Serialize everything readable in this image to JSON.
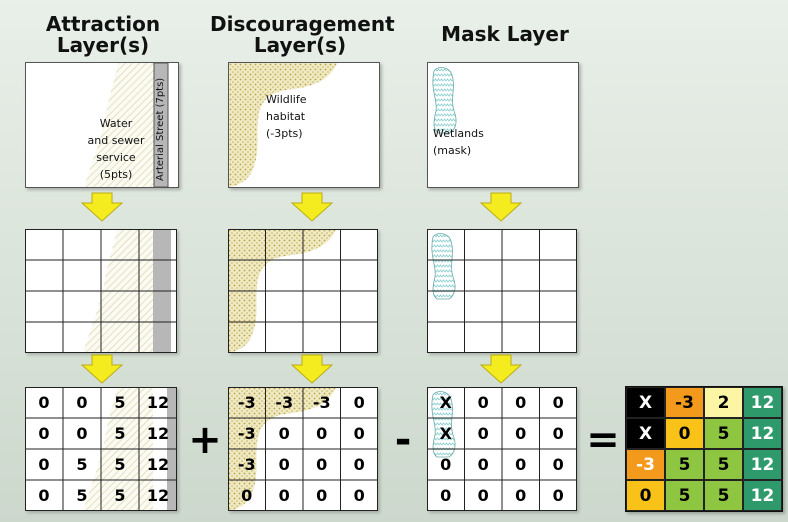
{
  "titles": {
    "attraction": "Attraction\nLayer(s)",
    "discouragement": "Discouragement\nLayer(s)",
    "mask": "Mask Layer"
  },
  "labels": {
    "water": "Water\nand sewer\nservice\n(5pts)",
    "street": "Arterial Street (7pts)",
    "wildlife": "Wildlife\nhabitat\n(-3pts)",
    "wetlands": "Wetlands\n(mask)"
  },
  "operators": {
    "plus": "+",
    "minus": "-",
    "equals": "="
  },
  "grids": {
    "attraction": [
      [
        "0",
        "0",
        "5",
        "12"
      ],
      [
        "0",
        "0",
        "5",
        "12"
      ],
      [
        "0",
        "5",
        "5",
        "12"
      ],
      [
        "0",
        "5",
        "5",
        "12"
      ]
    ],
    "discouragement": [
      [
        "-3",
        "-3",
        "-3",
        "0"
      ],
      [
        "-3",
        "0",
        "0",
        "0"
      ],
      [
        "-3",
        "0",
        "0",
        "0"
      ],
      [
        "0",
        "0",
        "0",
        "0"
      ]
    ],
    "mask": [
      [
        "X",
        "0",
        "0",
        "0"
      ],
      [
        "X",
        "0",
        "0",
        "0"
      ],
      [
        "0",
        "0",
        "0",
        "0"
      ],
      [
        "0",
        "0",
        "0",
        "0"
      ]
    ]
  },
  "result": {
    "values": [
      [
        "X",
        "-3",
        "2",
        "12"
      ],
      [
        "X",
        "0",
        "5",
        "12"
      ],
      [
        "-3",
        "5",
        "5",
        "12"
      ],
      [
        "0",
        "5",
        "5",
        "12"
      ]
    ],
    "colors": [
      [
        "#000000",
        "#f39a1c",
        "#fbf5a4",
        "#2e9a6c"
      ],
      [
        "#000000",
        "#f8c218",
        "#8fc641",
        "#2e9a6c"
      ],
      [
        "#f39a1c",
        "#8fc641",
        "#8fc641",
        "#2e9a6c"
      ],
      [
        "#f8c218",
        "#8fc641",
        "#8fc641",
        "#2e9a6c"
      ]
    ],
    "text_colors": [
      [
        "#ffffff",
        "#000000",
        "#000000",
        "#ffffff"
      ],
      [
        "#ffffff",
        "#000000",
        "#000000",
        "#ffffff"
      ],
      [
        "#ffffff",
        "#000000",
        "#000000",
        "#ffffff"
      ],
      [
        "#000000",
        "#000000",
        "#000000",
        "#ffffff"
      ]
    ]
  },
  "colors": {
    "arrow": "#f4ec1e",
    "water_hatch": "#d8d6a8",
    "habitat_dots": "#c8b45a",
    "street_fill": "#b7b7b7",
    "wetland": "#8fd1d3"
  }
}
